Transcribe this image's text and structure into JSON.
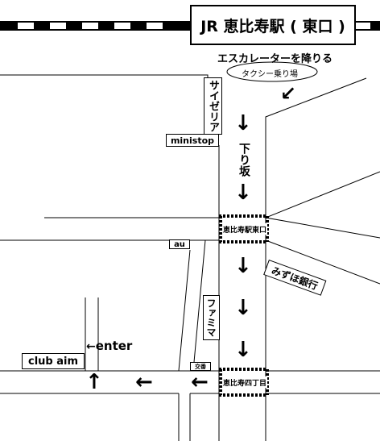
{
  "station": {
    "name": "JR 恵比寿駅 ( 東口 )"
  },
  "labels": {
    "escalator": "エスカレーターを降りる",
    "taxi": "タクシー乗り場",
    "saizeriya": "サイゼリア",
    "ministop": "ministop",
    "downhill": "下り坂",
    "intersection_east_exit": "恵比寿駅東口",
    "au": "au",
    "mizuho": "みずほ銀行",
    "famima": "ファミマ",
    "enter": "enter",
    "club": "club aim",
    "koban": "交番",
    "intersection_4chome": "恵比寿四丁目"
  },
  "icons": {
    "arrow_down": "arrow-down",
    "arrow_left": "arrow-left",
    "arrow_up": "arrow-up",
    "arrow_southwest": "arrow-southwest"
  },
  "colors": {
    "ink": "#000000",
    "paper": "#ffffff"
  }
}
